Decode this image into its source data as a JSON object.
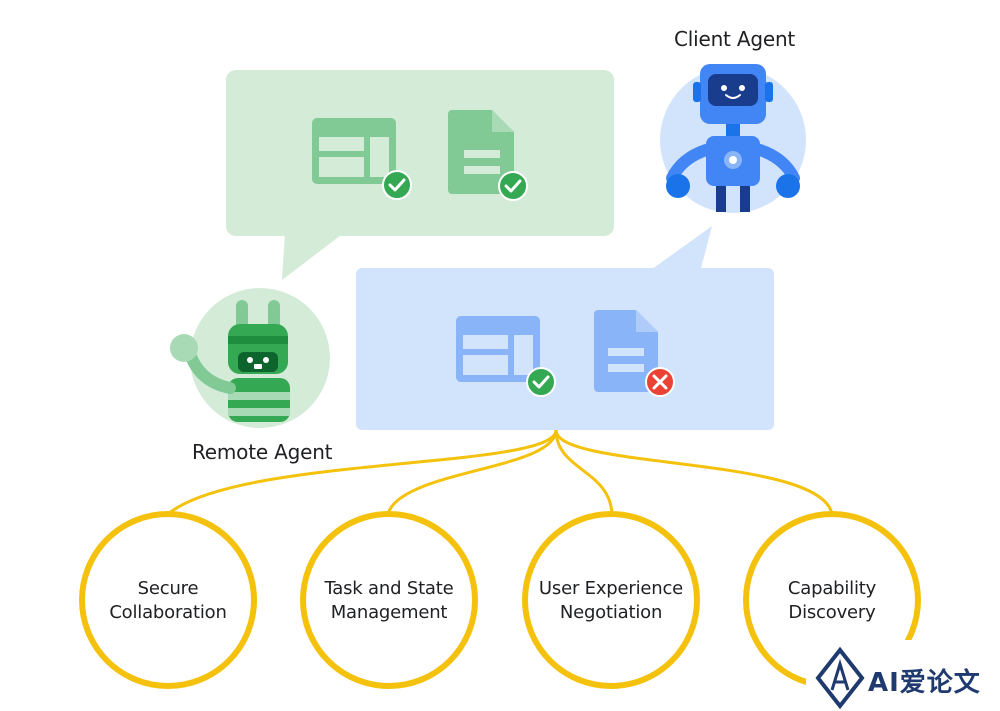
{
  "agents": {
    "client": {
      "label": "Client Agent"
    },
    "remote": {
      "label": "Remote Agent"
    }
  },
  "remote_bubble": {
    "items": [
      {
        "icon": "ui-layout-icon",
        "status": "check"
      },
      {
        "icon": "document-icon",
        "status": "check"
      }
    ]
  },
  "client_bubble": {
    "items": [
      {
        "icon": "ui-layout-icon",
        "status": "check"
      },
      {
        "icon": "document-icon",
        "status": "cross"
      }
    ]
  },
  "capabilities": [
    {
      "line1": "Secure",
      "line2": "Collaboration"
    },
    {
      "line1": "Task and State",
      "line2": "Management"
    },
    {
      "line1": "User Experience",
      "line2": "Negotiation"
    },
    {
      "line1": "Capability",
      "line2": "Discovery"
    }
  ],
  "watermark": {
    "text": "AI爱论文"
  },
  "colors": {
    "green_bubble": "#d4ebd8",
    "green_icon": "#81c995",
    "blue_bubble": "#d2e3fc",
    "blue_icon": "#8ab4f8",
    "check": "#34a853",
    "cross": "#ea4335",
    "connector": "#f4c20d"
  }
}
